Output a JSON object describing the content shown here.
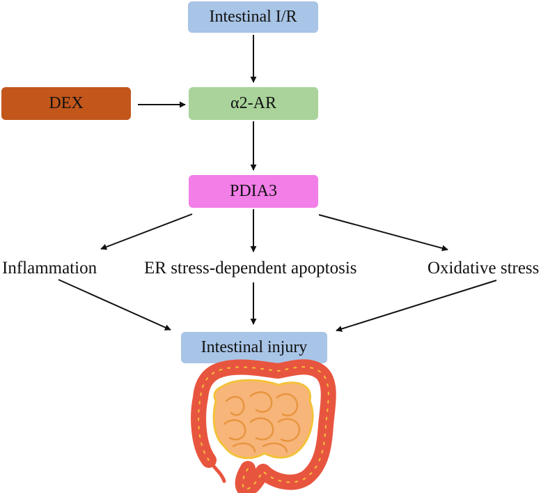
{
  "nodes": {
    "intestinal_ir": {
      "label": "Intestinal I/R",
      "color": "#a8c4e6"
    },
    "dex": {
      "label": "DEX",
      "color": "#c2561b"
    },
    "alpha2_ar": {
      "label": "α2-AR",
      "color": "#a9d39a"
    },
    "pdia3": {
      "label": "PDIA3",
      "color": "#f27ee8"
    },
    "inflammation": {
      "label": "Inflammation"
    },
    "er_stress": {
      "label": "ER stress-dependent apoptosis"
    },
    "oxidative_stress": {
      "label": "Oxidative stress"
    },
    "intestinal_injury": {
      "label": "Intestinal injury",
      "color": "#a8c4e6"
    }
  },
  "illustration": {
    "icon": "intestine-icon",
    "colors": {
      "colon": "#e8553f",
      "small_intestine": "#f7b57a",
      "outline": "#f3c23a"
    }
  },
  "arrow_color": "#111111"
}
